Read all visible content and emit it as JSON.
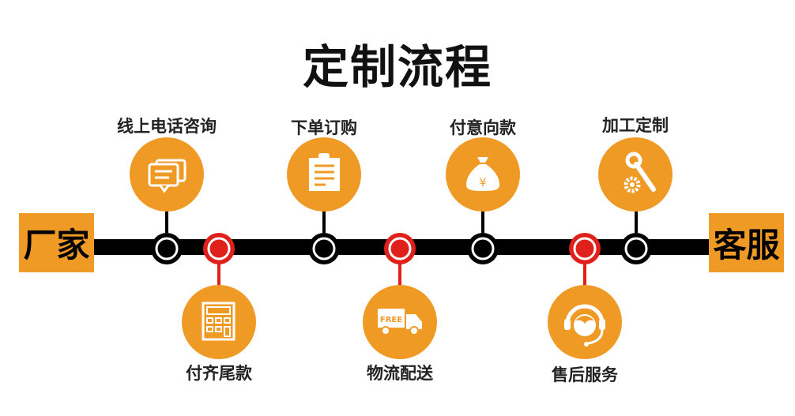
{
  "title": "定制流程",
  "left_end": "厂家",
  "right_end": "客服",
  "steps_top": [
    {
      "label": "线上电话咨询",
      "icon": "chat-bubbles-icon"
    },
    {
      "label": "下单订购",
      "icon": "clipboard-icon"
    },
    {
      "label": "付意向款",
      "icon": "money-bag-icon",
      "icon_text": "¥"
    },
    {
      "label": "加工定制",
      "icon": "wrench-gear-icon"
    }
  ],
  "steps_bottom": [
    {
      "label": "付齐尾款",
      "icon": "calculator-icon"
    },
    {
      "label": "物流配送",
      "icon": "delivery-truck-icon",
      "icon_text": "FREE"
    },
    {
      "label": "售后服务",
      "icon": "headset-support-icon"
    }
  ],
  "colors": {
    "orange": "#f09a26",
    "red": "#e0201b",
    "black": "#000000"
  }
}
